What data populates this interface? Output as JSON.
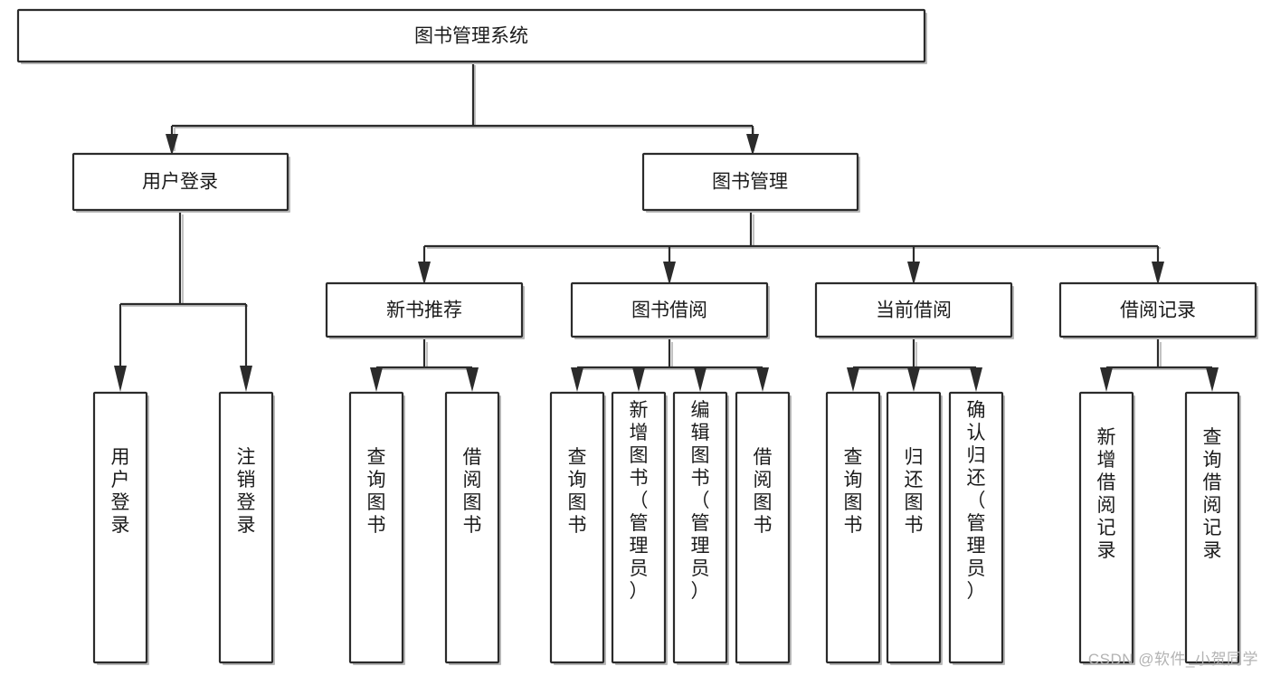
{
  "diagram": {
    "type": "tree-hierarchy",
    "title": "图书管理系统",
    "watermark": "CSDN @软件_小贺同学",
    "colors": {
      "box_fill": "#ffffff",
      "box_stroke": "#2b2b2b",
      "edge": "#2b2b2b",
      "text": "#1b1b1b",
      "shadow": "#b9b9b9",
      "watermark": "#b3b3b3"
    },
    "levels": {
      "level1": [
        {
          "id": "root",
          "label": "图书管理系统"
        }
      ],
      "level2": [
        {
          "id": "user-login",
          "label": "用户登录"
        },
        {
          "id": "book-manage",
          "label": "图书管理"
        }
      ],
      "level3": [
        {
          "id": "new-book-rec",
          "label": "新书推荐"
        },
        {
          "id": "book-borrow",
          "label": "图书借阅"
        },
        {
          "id": "current-borrow",
          "label": "当前借阅"
        },
        {
          "id": "borrow-record",
          "label": "借阅记录"
        }
      ],
      "level4": [
        {
          "id": "leaf-user-login",
          "label": "用户登录",
          "parent": "user-login"
        },
        {
          "id": "leaf-user-logout",
          "label": "注销登录",
          "parent": "user-login"
        },
        {
          "id": "leaf-query-book-1",
          "label": "查询图书",
          "parent": "new-book-rec"
        },
        {
          "id": "leaf-borrow-book-1",
          "label": "借阅图书",
          "parent": "new-book-rec"
        },
        {
          "id": "leaf-query-book-2",
          "label": "查询图书",
          "parent": "book-borrow"
        },
        {
          "id": "leaf-add-book",
          "label": "新增图书（管理员）",
          "parent": "book-borrow"
        },
        {
          "id": "leaf-edit-book",
          "label": "编辑图书（管理员）",
          "parent": "book-borrow"
        },
        {
          "id": "leaf-borrow-book-2",
          "label": "借阅图书",
          "parent": "book-borrow"
        },
        {
          "id": "leaf-query-book-3",
          "label": "查询图书",
          "parent": "current-borrow"
        },
        {
          "id": "leaf-return-book",
          "label": "归还图书",
          "parent": "current-borrow"
        },
        {
          "id": "leaf-confirm-return",
          "label": "确认归还（管理员）",
          "parent": "current-borrow"
        },
        {
          "id": "leaf-add-record",
          "label": "新增借阅记录",
          "parent": "borrow-record"
        },
        {
          "id": "leaf-query-record",
          "label": "查询借阅记录",
          "parent": "borrow-record"
        }
      ]
    },
    "edges": [
      {
        "from": "root",
        "to": "user-login"
      },
      {
        "from": "root",
        "to": "book-manage"
      },
      {
        "from": "book-manage",
        "to": "new-book-rec"
      },
      {
        "from": "book-manage",
        "to": "book-borrow"
      },
      {
        "from": "book-manage",
        "to": "current-borrow"
      },
      {
        "from": "book-manage",
        "to": "borrow-record"
      },
      {
        "from": "user-login",
        "to": "leaf-user-login"
      },
      {
        "from": "user-login",
        "to": "leaf-user-logout"
      },
      {
        "from": "new-book-rec",
        "to": "leaf-query-book-1"
      },
      {
        "from": "new-book-rec",
        "to": "leaf-borrow-book-1"
      },
      {
        "from": "book-borrow",
        "to": "leaf-query-book-2"
      },
      {
        "from": "book-borrow",
        "to": "leaf-add-book"
      },
      {
        "from": "book-borrow",
        "to": "leaf-edit-book"
      },
      {
        "from": "book-borrow",
        "to": "leaf-borrow-book-2"
      },
      {
        "from": "current-borrow",
        "to": "leaf-query-book-3"
      },
      {
        "from": "current-borrow",
        "to": "leaf-return-book"
      },
      {
        "from": "current-borrow",
        "to": "leaf-confirm-return"
      },
      {
        "from": "borrow-record",
        "to": "leaf-add-record"
      },
      {
        "from": "borrow-record",
        "to": "leaf-query-record"
      }
    ]
  }
}
